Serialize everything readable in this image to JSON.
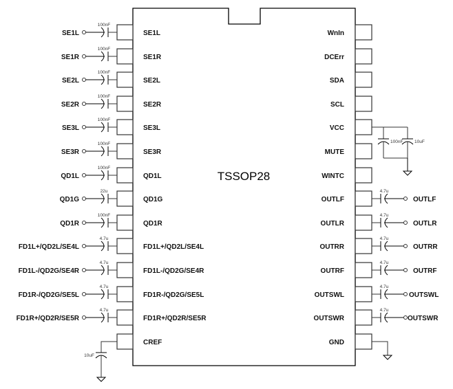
{
  "chip": {
    "package": "TSSOP28"
  },
  "left_pins": [
    {
      "pin": "SE1L",
      "net": "SE1L",
      "cap": "100nF"
    },
    {
      "pin": "SE1R",
      "net": "SE1R",
      "cap": "100nF"
    },
    {
      "pin": "SE2L",
      "net": "SE2L",
      "cap": "100nF"
    },
    {
      "pin": "SE2R",
      "net": "SE2R",
      "cap": "100nF"
    },
    {
      "pin": "SE3L",
      "net": "SE3L",
      "cap": "100nF"
    },
    {
      "pin": "SE3R",
      "net": "SE3R",
      "cap": "100nF"
    },
    {
      "pin": "QD1L",
      "net": "QD1L",
      "cap": "100nF"
    },
    {
      "pin": "QD1G",
      "net": "QD1G",
      "cap": "22u"
    },
    {
      "pin": "QD1R",
      "net": "QD1R",
      "cap": "100nF"
    },
    {
      "pin": "FD1L+/QD2L/SE4L",
      "net": "FD1L+/QD2L/SE4L",
      "cap": "4.7u"
    },
    {
      "pin": "FD1L-/QD2G/SE4R",
      "net": "FD1L-/QD2G/SE4R",
      "cap": "4.7u"
    },
    {
      "pin": "FD1R-/QD2G/SE5L",
      "net": "FD1R-/QD2G/SE5L",
      "cap": "4.7u"
    },
    {
      "pin": "FD1R+/QD2R/SE5R",
      "net": "FD1R+/QD2R/SE5R",
      "cap": "4.7u"
    },
    {
      "pin": "CREF",
      "net": null,
      "cap": "10uF",
      "to_ground": true
    }
  ],
  "right_pins": [
    {
      "pin": "WnIn"
    },
    {
      "pin": "DCErr"
    },
    {
      "pin": "SDA"
    },
    {
      "pin": "SCL"
    },
    {
      "pin": "VCC",
      "decoupling": [
        "100nF",
        "10uF"
      ]
    },
    {
      "pin": "MUTE"
    },
    {
      "pin": "WINTC"
    },
    {
      "pin": "OUTLF",
      "net": "OUTLF",
      "cap": "4.7u"
    },
    {
      "pin": "OUTLR",
      "net": "OUTLR",
      "cap": "4.7u"
    },
    {
      "pin": "OUTRR",
      "net": "OUTRR",
      "cap": "4.7u"
    },
    {
      "pin": "OUTRF",
      "net": "OUTRF",
      "cap": "4.7u"
    },
    {
      "pin": "OUTSWL",
      "net": "OUTSWL",
      "cap": "4.7u"
    },
    {
      "pin": "OUTSWR",
      "net": "OUTSWR",
      "cap": "4.7u"
    },
    {
      "pin": "GND",
      "to_ground": true
    }
  ],
  "colors": {
    "line": "#000000",
    "wire": "#333333",
    "text": "#111111",
    "background": "#ffffff"
  }
}
